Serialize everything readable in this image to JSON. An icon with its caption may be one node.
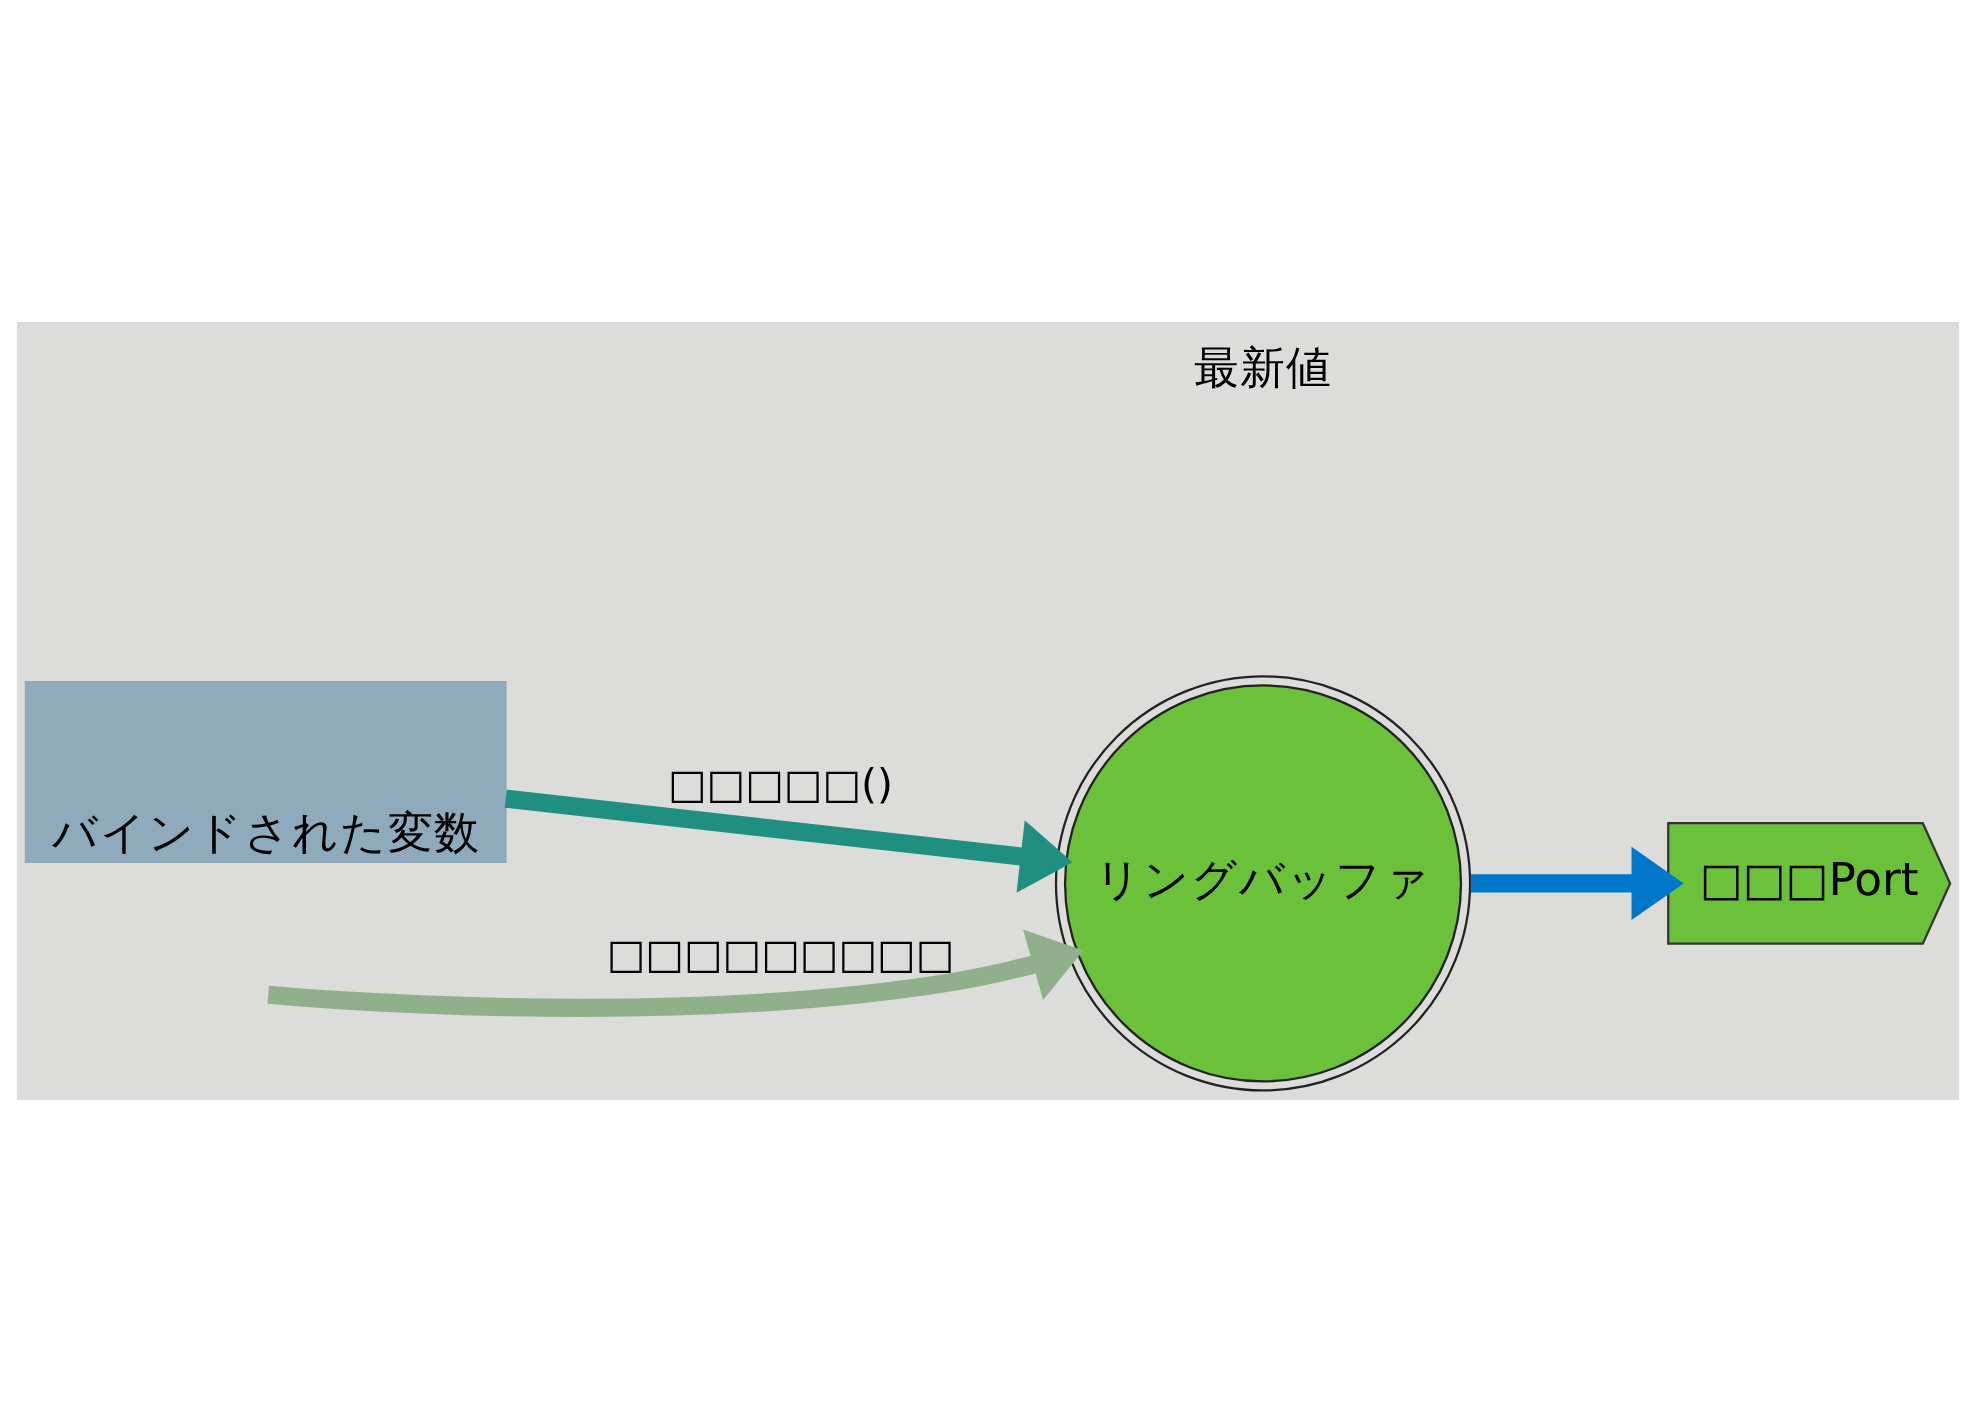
{
  "diagram": {
    "nodes": [
      {
        "text": [
          "バインドされた変数"
        ]
      },
      {
        "text": [
          "リングバッファ"
        ]
      },
      {
        "text": [
          "□□□Port"
        ]
      }
    ],
    "edges": [
      {
        "from": null,
        "to": 1,
        "arrow": "to",
        "label": "□□□□□□□□□",
        "color": "#8fb08a"
      },
      {
        "from": 0,
        "to": 1,
        "arrow": "to",
        "label": "□□□□□()",
        "color": "#1f8f82"
      },
      {
        "from": 1,
        "to": 2,
        "arrow": "to",
        "color": "#0077c8"
      }
    ],
    "labels": [
      "最新値"
    ]
  }
}
